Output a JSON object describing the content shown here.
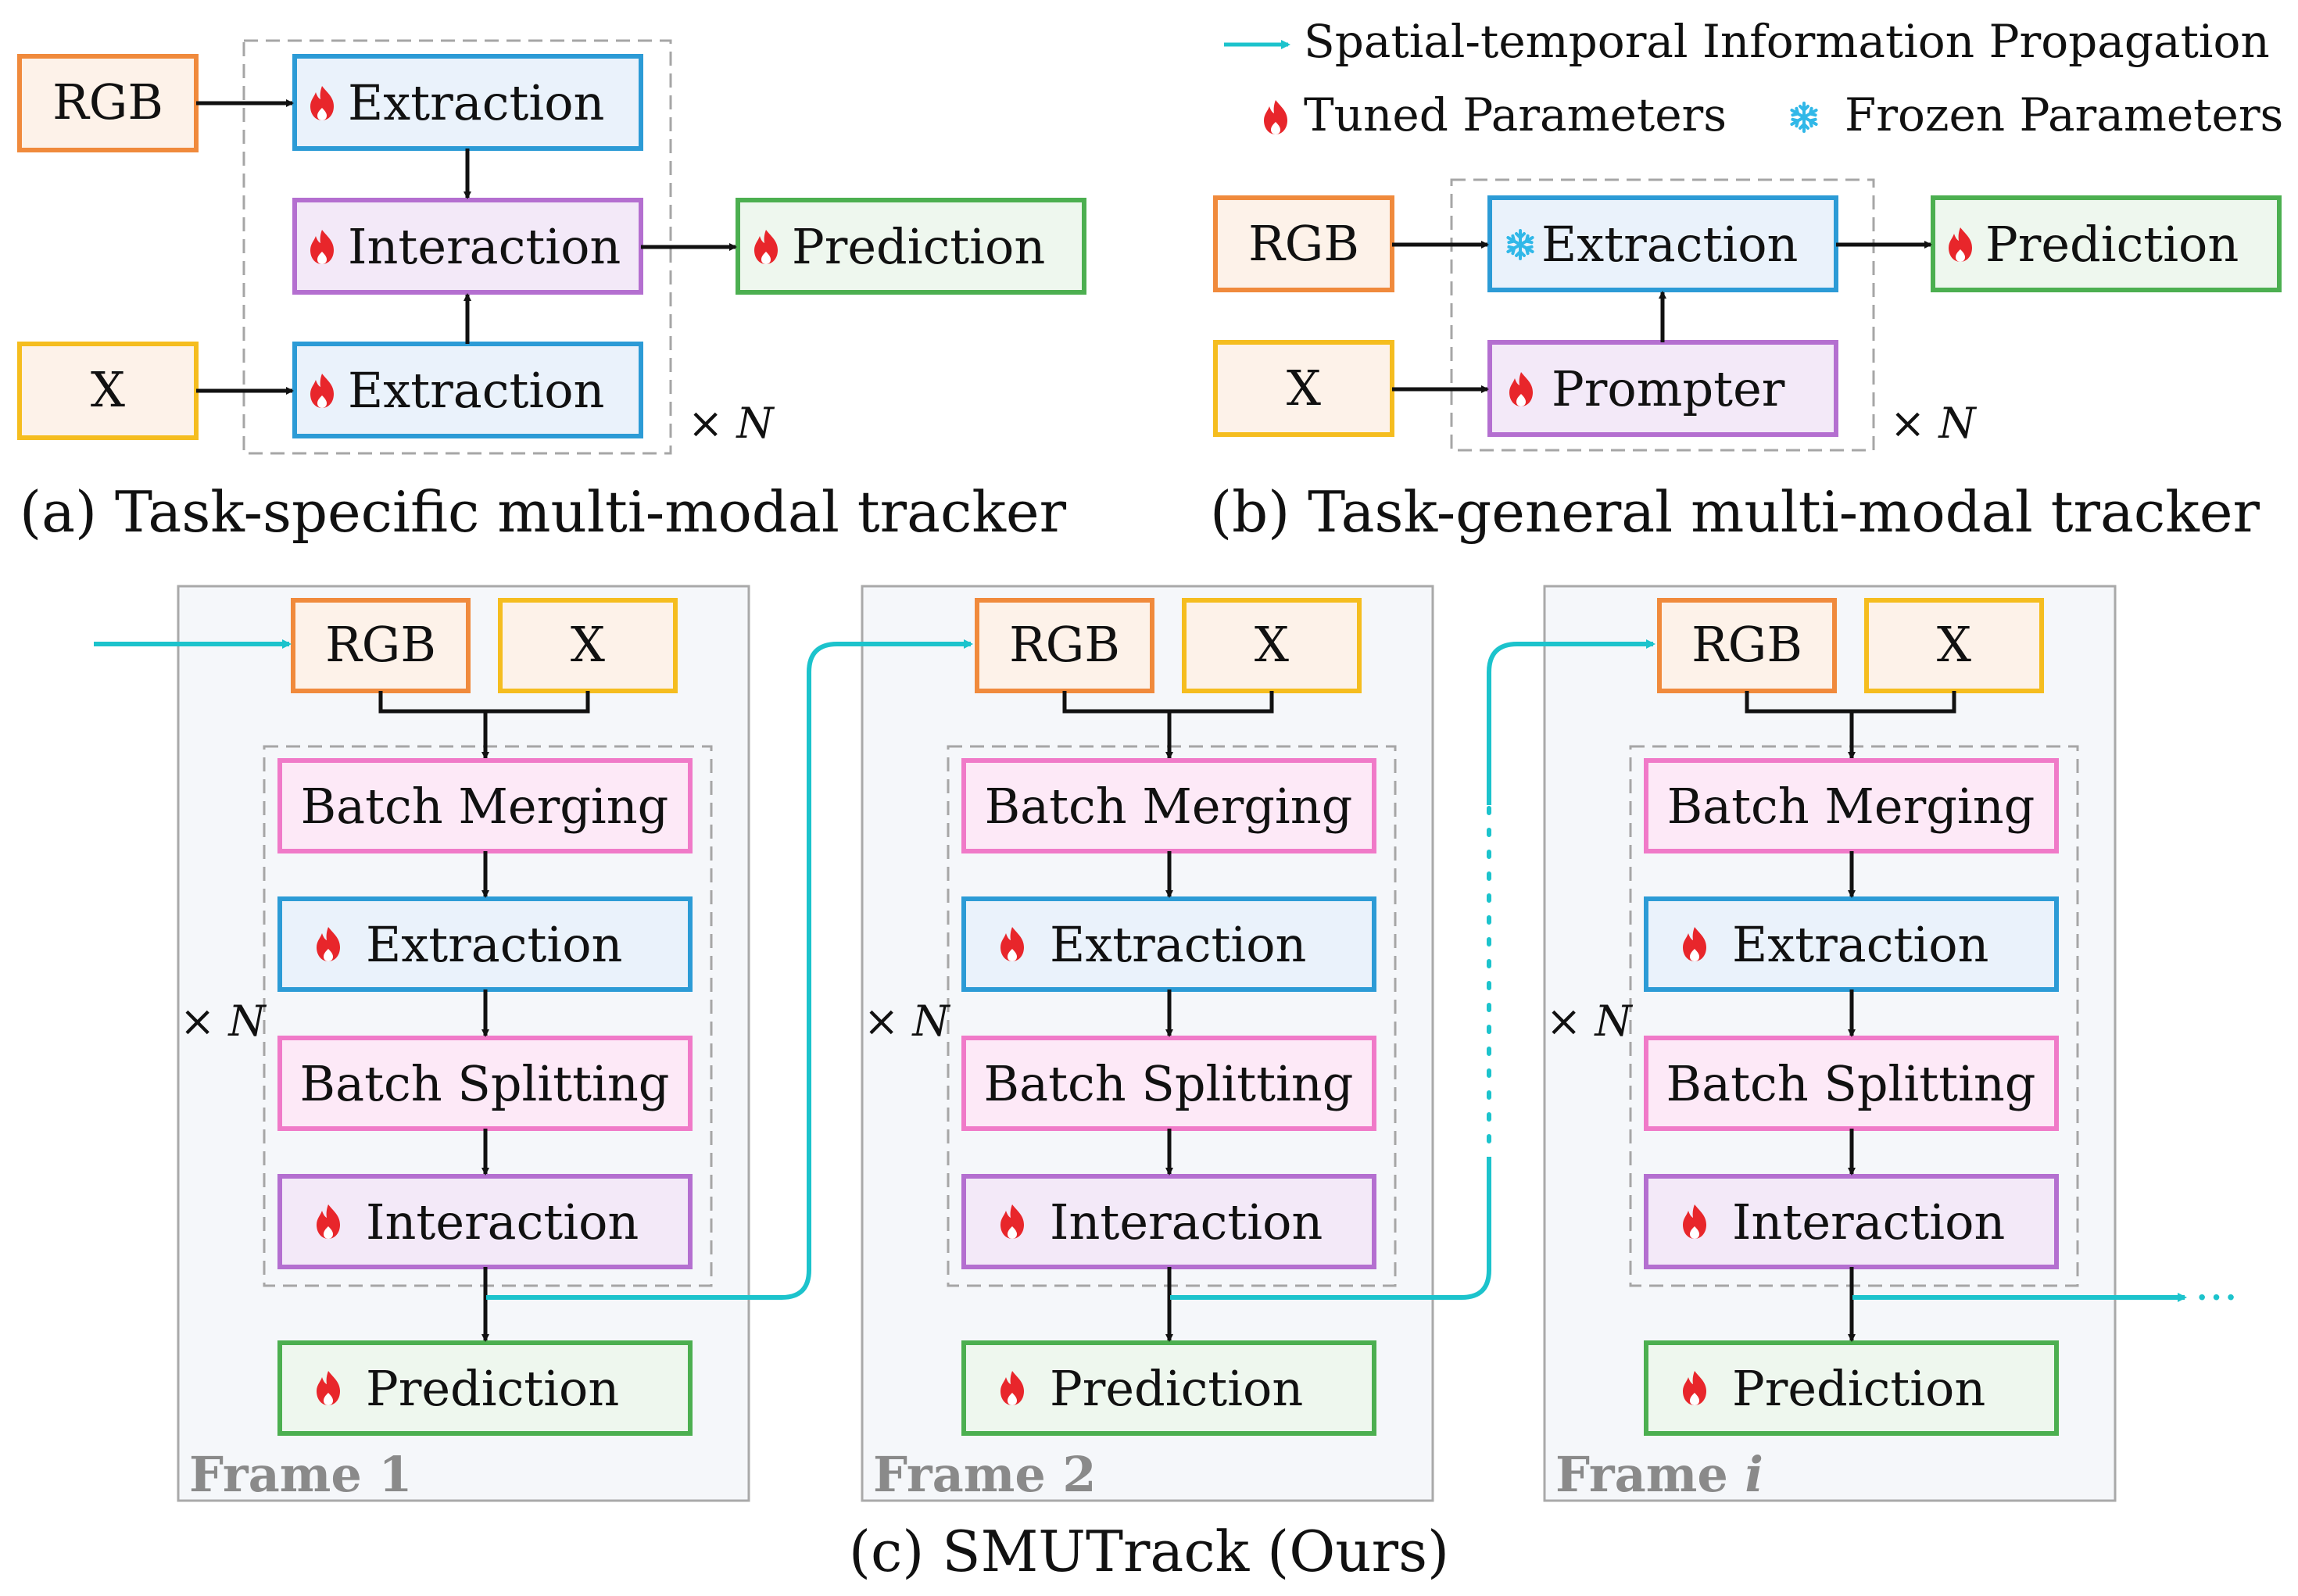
{
  "legend": {
    "propagation": "Spatial-temporal Information Propagation",
    "tuned": "Tuned Parameters",
    "frozen": "Frozen Parameters"
  },
  "panel_a": {
    "rgb": "RGB",
    "x": "X",
    "extraction_top": "Extraction",
    "interaction": "Interaction",
    "extraction_bottom": "Extraction",
    "prediction": "Prediction",
    "repeat": "× N",
    "caption": "(a) Task-specific multi-modal tracker"
  },
  "panel_b": {
    "rgb": "RGB",
    "x": "X",
    "extraction": "Extraction",
    "prompter": "Prompter",
    "prediction": "Prediction",
    "repeat": "× N",
    "caption": "(b) Task-general multi-modal tracker"
  },
  "panel_c": {
    "frames": [
      {
        "rgb": "RGB",
        "x": "X",
        "merge": "Batch Merging",
        "extraction": "Extraction",
        "split": "Batch Splitting",
        "interaction": "Interaction",
        "prediction": "Prediction",
        "repeat": "× N",
        "label": "Frame 1",
        "label_italic": ""
      },
      {
        "rgb": "RGB",
        "x": "X",
        "merge": "Batch Merging",
        "extraction": "Extraction",
        "split": "Batch Splitting",
        "interaction": "Interaction",
        "prediction": "Prediction",
        "repeat": "× N",
        "label": "Frame 2",
        "label_italic": ""
      },
      {
        "rgb": "RGB",
        "x": "X",
        "merge": "Batch Merging",
        "extraction": "Extraction",
        "split": "Batch Splitting",
        "interaction": "Interaction",
        "prediction": "Prediction",
        "repeat": "× N",
        "label": "Frame ",
        "label_italic": "i"
      }
    ],
    "ellipsis": "···",
    "caption": "(c) SMUTrack (Ours)"
  },
  "colors": {
    "rgb_border": "#f08a3c",
    "x_border": "#f5bd1f",
    "input_fill": "#fdf2e9",
    "extraction_border": "#2c9bd6",
    "extraction_fill": "#eaf2fb",
    "interaction_border": "#b46fd0",
    "interaction_fill": "#f3e9f8",
    "batch_border": "#f07ac8",
    "batch_fill": "#fde9f7",
    "prediction_border": "#4caf50",
    "prediction_fill": "#eef7ee",
    "frame_fill": "#f5f7fa",
    "frame_border": "#a9a9a9",
    "propagation": "#1cc3cc",
    "flame": "#e8262b",
    "snowflake": "#31b8e8"
  }
}
